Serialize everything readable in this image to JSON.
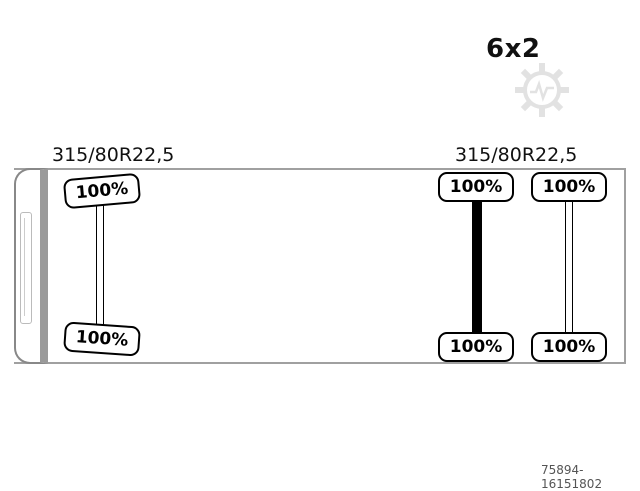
{
  "configuration": "6x2",
  "tire_sizes": {
    "front": "315/80R22,5",
    "rear": "315/80R22,5"
  },
  "tires": {
    "front_left": "100%",
    "front_right": "100%",
    "rear1_top": "100%",
    "rear1_bottom": "100%",
    "rear2_top": "100%",
    "rear2_bottom": "100%"
  },
  "reference_id": "75894-16151802",
  "watermark_icon": "gear-logo-icon"
}
